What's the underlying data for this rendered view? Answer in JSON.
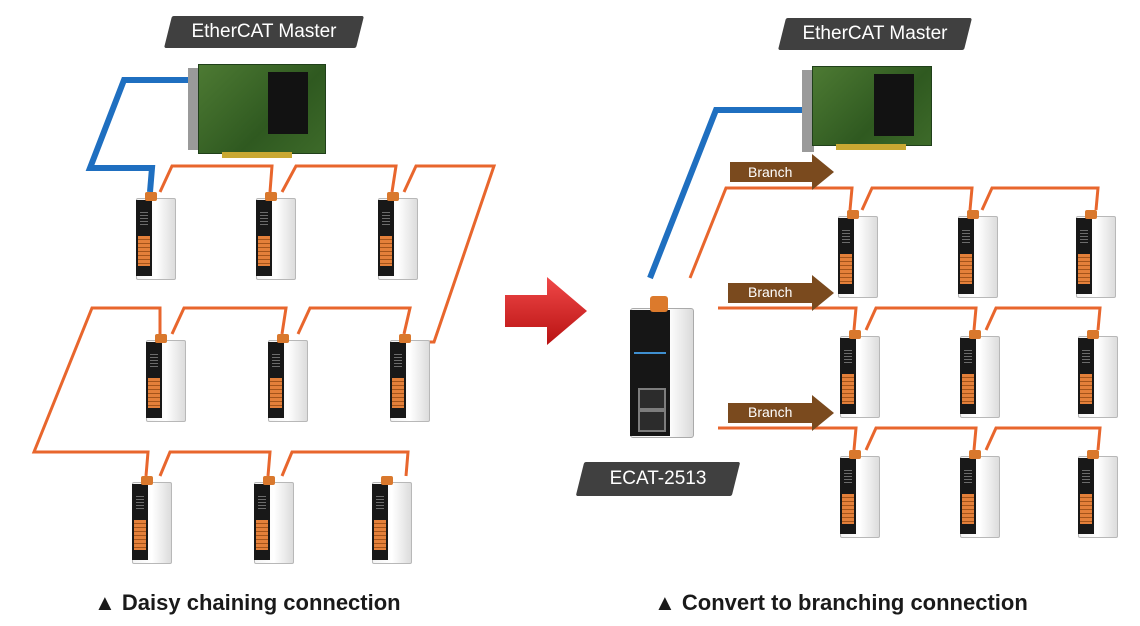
{
  "left": {
    "master_label": "EtherCAT Master",
    "caption": "▲ Daisy chaining connection"
  },
  "right": {
    "master_label": "EtherCAT Master",
    "gateway_label": "ECAT-2513",
    "branch_label_1": "Branch",
    "branch_label_2": "Branch",
    "branch_label_3": "Branch",
    "caption": "▲ Convert to branching connection"
  },
  "colors": {
    "ethernet_cable": "#e8662d",
    "master_cable": "#1f6fc0",
    "arrow": "#d71e1e",
    "label_bg": "#404040",
    "branch_arrow": "#7a4a1e"
  }
}
